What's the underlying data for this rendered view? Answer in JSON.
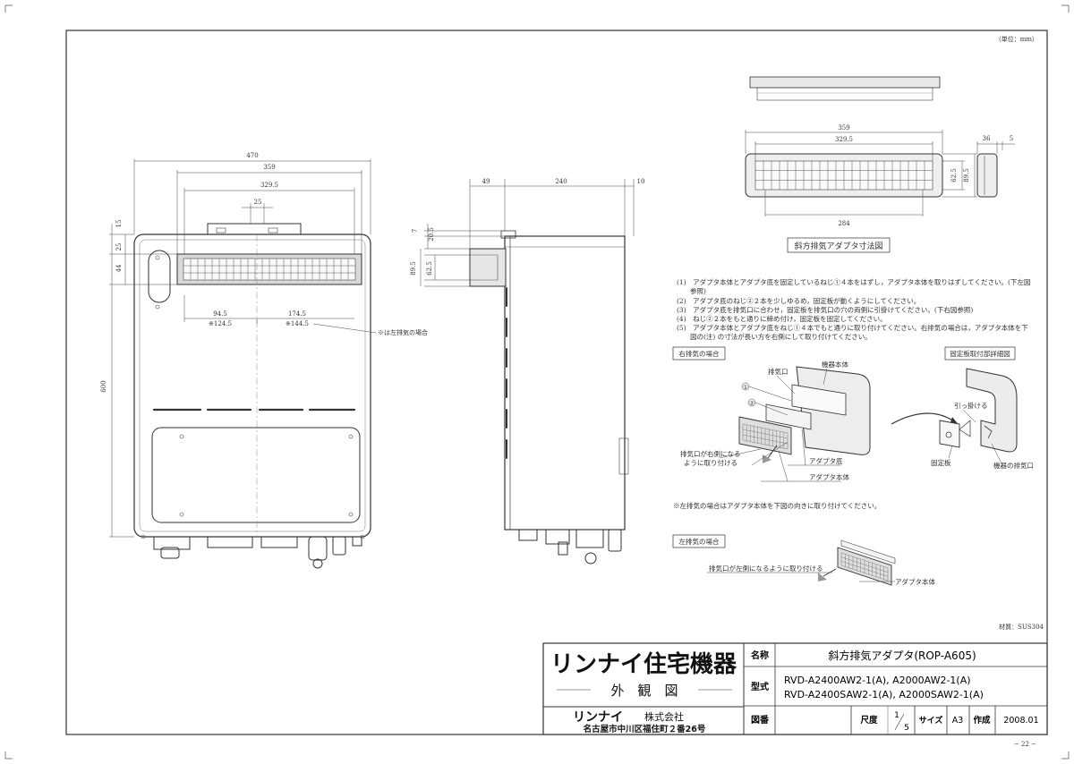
{
  "unit_note": "（単位：mm）",
  "front_view": {
    "dims": [
      "470",
      "359",
      "329.5",
      "25",
      "15",
      "25",
      "44",
      "600",
      "94.5",
      "※124.5",
      "174.5",
      "※144.5"
    ],
    "callout": "※は左排気の場合"
  },
  "side_view": {
    "dims": [
      "49",
      "240",
      "10",
      "7",
      "20.5",
      "89.5",
      "62.5"
    ]
  },
  "adapter_view": {
    "dims": [
      "359",
      "329.5",
      "62.5",
      "89.5",
      "284",
      "36",
      "5"
    ],
    "title": "斜方排気アダプタ寸法図"
  },
  "instructions": [
    "(1)　アダプタ本体とアダプタ底を固定しているねじ①４本をはずし，アダプタ本体を取りはずしてください。(下左図",
    "　　参照)",
    "(2)　アダプタ底のねじ②２本を少しゆるめ，固定板が動くようにしてください。",
    "(3)　アダプタ底を排気口に合わせ，固定板を排気口の穴の両側に引掛けてください。(下右図参照)",
    "(4)　ねじ②２本をもと通りに締め付け，固定板を固定してください。",
    "(5)　アダプタ本体とアダプタ底をねじ①４本でもと通りに取り付けてください。右排気の場合は，アダプタ本体を下",
    "　　図の(注) の寸法が長い方を右側にして取り付けてください。"
  ],
  "right_exhaust": {
    "heading": "右排気の場合",
    "labels": [
      "排気口",
      "機器本体",
      "①",
      "②",
      "排気口が右側になる",
      "ように取り付ける",
      "アダプタ底",
      "アダプタ本体"
    ]
  },
  "detail": {
    "heading": "固定板取付部詳細図",
    "labels": [
      "引っ掛ける",
      "固定板",
      "機器の排気口"
    ]
  },
  "left_note": "※左排気の場合はアダプタ本体を下図の向きに取り付けてください。",
  "left_exhaust": {
    "heading": "左排気の場合",
    "labels": [
      "排気口が左側になるように取り付ける",
      "アダプタ本体"
    ]
  },
  "material": "材質：SUS304",
  "title_block": {
    "company_title": "リンナイ住宅機器",
    "drawing_type": "外　観　図",
    "company_name_brand": "リンナイ",
    "company_name_suffix": "株式会社",
    "address": "名古屋市中川区福住町２番26号",
    "name_label": "名称",
    "name_value": "斜方排気アダプタ(ROP-A605)",
    "model_label": "型式",
    "model_line1": "RVD-A2400AW2-1(A), A2000AW2-1(A)",
    "model_line2": "RVD-A2400SAW2-1(A), A2000SAW2-1(A)",
    "drawing_no_label": "図番",
    "scale_label": "尺度",
    "scale_num": "1",
    "scale_den": "5",
    "size_label": "サイズ",
    "size_value": "A3",
    "created_label": "作成",
    "created_value": "2008.01"
  },
  "page_number": "− 22 −"
}
